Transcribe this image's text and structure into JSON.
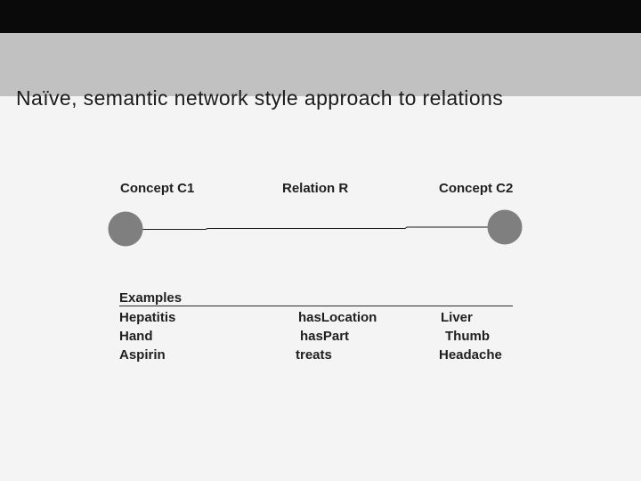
{
  "slide": {
    "title": "Naïve, semantic network style approach to relations"
  },
  "diagram": {
    "headers": {
      "c1": "Concept C1",
      "r": "Relation R",
      "c2": "Concept C2"
    }
  },
  "examples": {
    "heading": "Examples",
    "rows": [
      {
        "c1": "Hepatitis",
        "r": "hasLocation",
        "c2": "Liver"
      },
      {
        "c1": "Hand",
        "r": "hasPart",
        "c2": "Thumb"
      },
      {
        "c1": "Aspirin",
        "r": "treats",
        "c2": "Headache"
      }
    ]
  },
  "colors": {
    "top_bar": "#0a0a0a",
    "title_bar": "#c1c1c1",
    "content_bg": "#f4f4f4",
    "node": "#7f7f7f",
    "edge": "#1a1a1a"
  }
}
